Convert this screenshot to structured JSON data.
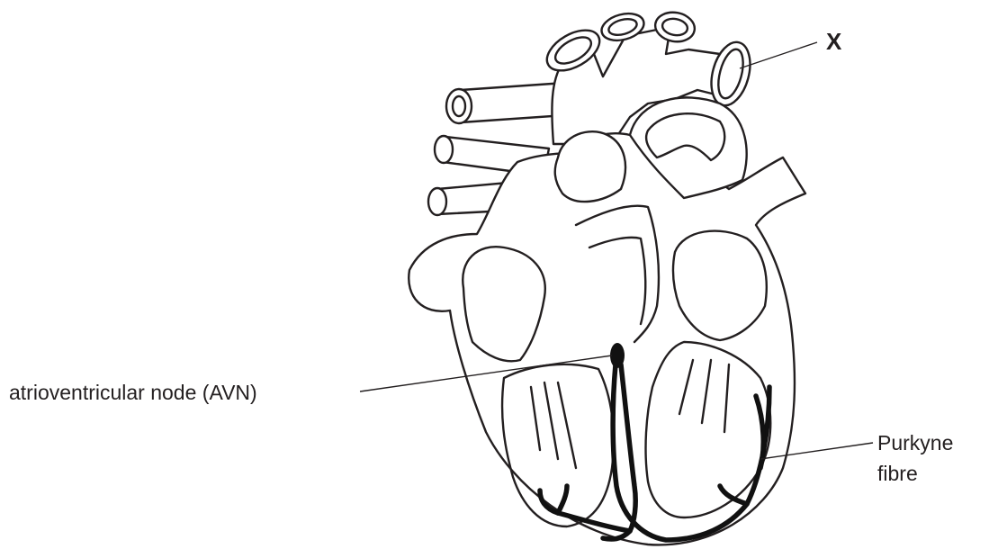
{
  "labels": {
    "x": "X",
    "avn": "atrioventricular node (AVN)",
    "purkyne_line1": "Purkyne",
    "purkyne_line2": "fibre"
  },
  "colors": {
    "line": "#231f20",
    "conduction": "#111111",
    "background": "#ffffff"
  }
}
